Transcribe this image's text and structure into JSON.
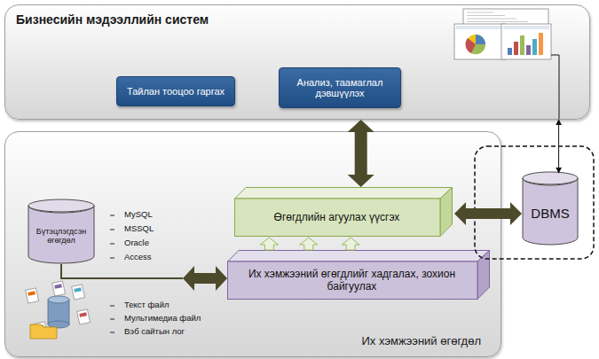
{
  "diagram": {
    "nodes": [
      {
        "text": [
          "Бизнесийн мэдээллийн систем"
        ]
      },
      {
        "text": [
          "Тайлан тооцоо гаргах"
        ],
        "in": 0
      },
      {
        "text": [
          "Анализ, таамаглал дэвшүүлэх"
        ],
        "in": 0
      },
      {
        "text": [
          "Их хэмжээний өгөгдөл"
        ]
      },
      {
        "text": [
          "Бүтэцлэгдсэн өгөгдөл"
        ],
        "in": 3
      },
      {
        "text": [
          "Өгөгдлийн агуулах үүсгэх"
        ],
        "in": 3
      },
      {
        "text": [
          "Их хэмжээний өгөгдлийг хадгалах, зохион байгуулах"
        ],
        "in": 3
      },
      {
        "text": [
          "DBMS"
        ]
      }
    ],
    "edges": [
      {
        "from": 0,
        "to": 5,
        "arrow": "both"
      },
      {
        "from": 6,
        "to": 5,
        "arrow": "to"
      },
      {
        "from": 4,
        "to": 6,
        "arrow": "both"
      },
      {
        "from": 5,
        "to": 7,
        "arrow": "both"
      },
      {
        "from": 0,
        "to": 7,
        "arrow": "both"
      }
    ],
    "labels": [
      "MySQL",
      "MSSQL",
      "Oracle",
      "Access",
      "Текст файл",
      "Мультимедиа файл",
      "Вэб сайтын лог"
    ]
  }
}
